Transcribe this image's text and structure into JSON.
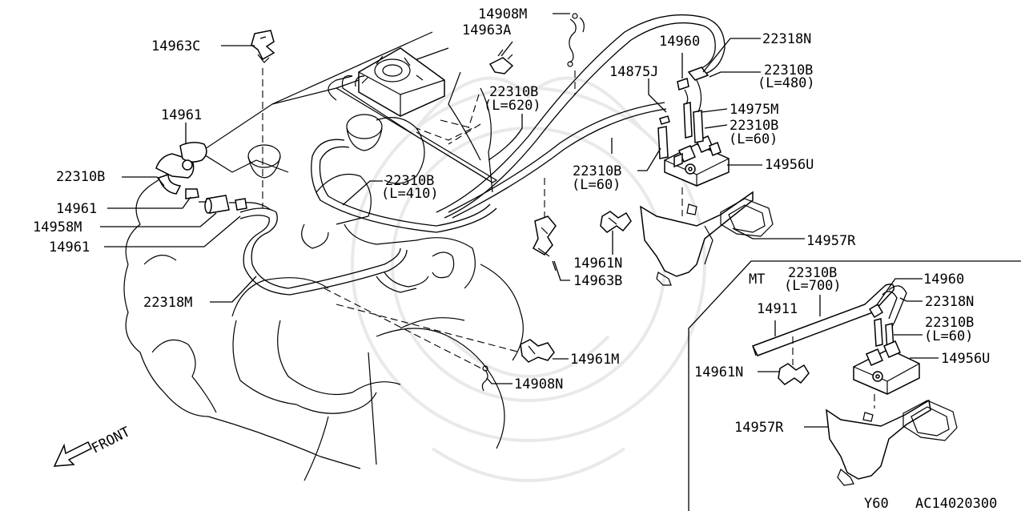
{
  "labels": {
    "p14908M_top": "14908M",
    "p14963A": "14963A",
    "p14963C": "14963C",
    "p14960_top": "14960",
    "p22318N_top": "22318N",
    "p22310B_480": "22310B",
    "p22310B_480_len": "(L=480)",
    "p14875J": "14875J",
    "p22310B_620": "22310B",
    "p22310B_620_len": "(L=620)",
    "p14975M": "14975M",
    "p22310B_60a": "22310B",
    "p22310B_60a_len": "(L=60)",
    "p14961_a": "14961",
    "p14956U_top": "14956U",
    "p22310B_left": "22310B",
    "p22310B_60b": "22310B",
    "p22310B_60b_len": "(L=60)",
    "p22310B_410": "22310B",
    "p22310B_410_len": "(L=410)",
    "p14961_b": "14961",
    "p14958M": "14958M",
    "p14961_c": "14961",
    "p14957R_top": "14957R",
    "p14961N_top": "14961N",
    "p14963B": "14963B",
    "p22318M": "22318M",
    "p14961M": "14961M",
    "p14908N": "14908N",
    "front": "FRONT"
  },
  "inset": {
    "title": "MT",
    "p22310B_700": "22310B",
    "p22310B_700_len": "(L=700)",
    "p14960": "14960",
    "p22318N": "22318N",
    "p14911": "14911",
    "p22310B_60": "22310B",
    "p22310B_60_len": "(L=60)",
    "p14956U": "14956U",
    "p14961N": "14961N",
    "p14957R": "14957R"
  },
  "footer": {
    "model": "Y60",
    "code": "AC14020300"
  }
}
